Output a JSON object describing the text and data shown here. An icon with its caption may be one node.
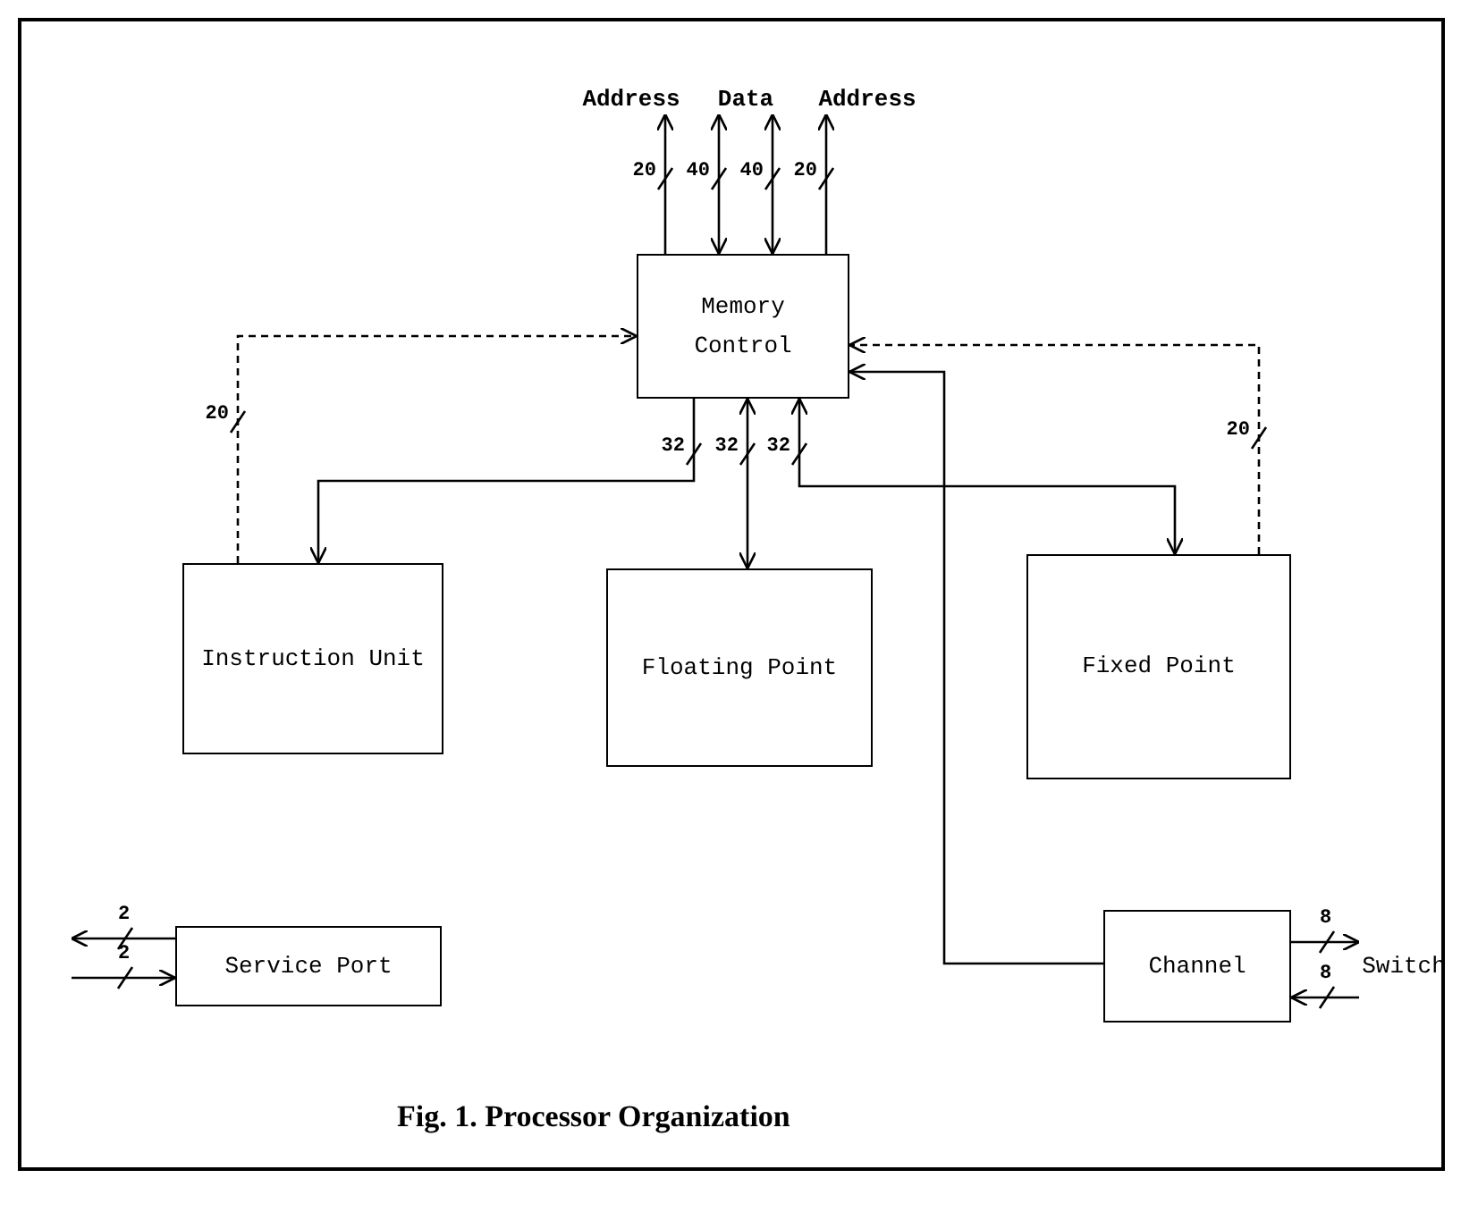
{
  "diagram": {
    "caption": "Fig. 1. Processor Organization",
    "nodes": [
      {
        "text": [
          "Address"
        ]
      },
      {
        "text": [
          "Data"
        ]
      },
      {
        "text": [
          "Address"
        ]
      },
      {
        "text": [
          "Memory Control"
        ]
      },
      {
        "text": [
          "Instruction Unit"
        ]
      },
      {
        "text": [
          "Floating Point"
        ]
      },
      {
        "text": [
          "Fixed Point"
        ]
      },
      {
        "text": [
          "Service Port"
        ]
      },
      {
        "text": [
          "Channel"
        ]
      },
      {
        "text": [
          "Switch"
        ]
      }
    ],
    "edges": [
      {
        "from": 3,
        "to": 0,
        "arrow": "to",
        "label": "20"
      },
      {
        "from": 3,
        "to": 1,
        "arrow": "both",
        "label": "40"
      },
      {
        "from": 3,
        "to": 1,
        "arrow": "both",
        "label": "40"
      },
      {
        "from": 3,
        "to": 2,
        "arrow": "to",
        "label": "20"
      },
      {
        "from": 4,
        "to": 3,
        "arrow": "to",
        "label": "20",
        "style": "dashed"
      },
      {
        "from": 3,
        "to": 4,
        "arrow": "to",
        "label": "32"
      },
      {
        "from": 3,
        "to": 5,
        "arrow": "both",
        "label": "32"
      },
      {
        "from": 3,
        "to": 6,
        "arrow": "both",
        "label": "32"
      },
      {
        "from": 6,
        "to": 3,
        "arrow": "to",
        "label": "20",
        "style": "dashed"
      },
      {
        "from": 8,
        "to": 3,
        "arrow": "to"
      },
      {
        "from": 7,
        "to": null,
        "arrow": "to",
        "label": "2"
      },
      {
        "from": null,
        "to": 7,
        "arrow": "to",
        "label": "2"
      },
      {
        "from": 8,
        "to": 9,
        "arrow": "to",
        "label": "8"
      },
      {
        "from": 9,
        "to": 8,
        "arrow": "to",
        "label": "8"
      }
    ],
    "labels": []
  }
}
